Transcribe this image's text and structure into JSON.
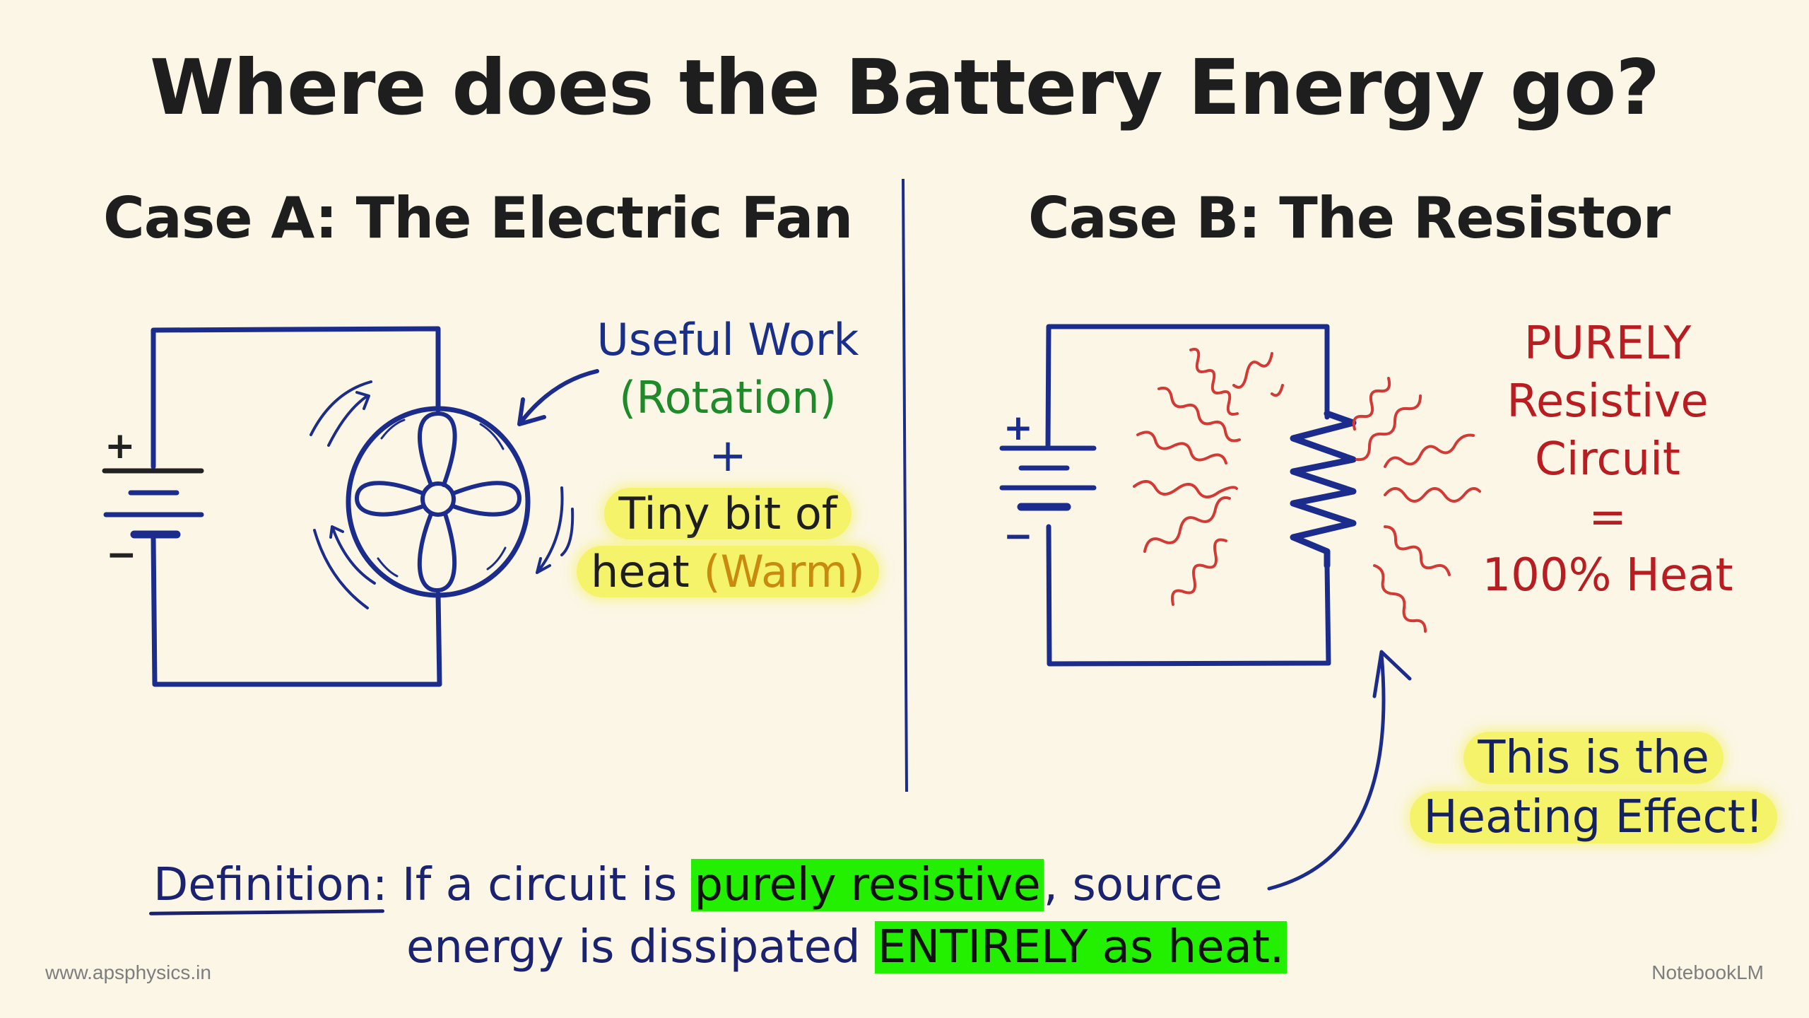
{
  "title": "Where does the Battery Energy go?",
  "case_a": {
    "heading": "Case A: The Electric Fan",
    "battery": {
      "plus": "+",
      "minus": "−"
    },
    "annotation": {
      "line1": "Useful Work",
      "line2": "(Rotation)",
      "plus": "+",
      "line4": "Tiny bit of",
      "line5_prefix": "heat",
      "line5_highlight": "(Warm)"
    }
  },
  "case_b": {
    "heading": "Case B: The Resistor",
    "battery": {
      "plus": "+",
      "minus": "−"
    },
    "annotation": {
      "line1": "PURELY",
      "line2": "Resistive",
      "line3": "Circuit",
      "equals": "=",
      "line5": "100% Heat"
    },
    "callout": {
      "line1": "This is the",
      "line2": "Heating Effect!"
    }
  },
  "definition": {
    "label": "Definition:",
    "part1": " If a circuit is",
    "highlight1": "purely resistive",
    "part2": ", source",
    "part3": "energy is dissipated ",
    "highlight2": "ENTIRELY as heat."
  },
  "footer": {
    "left": "www.apsphysics.in",
    "right": "NotebookLM"
  },
  "colors": {
    "background": "#fbf6e5",
    "ink_blue": "#1b2c8c",
    "heat_red": "#d23a36",
    "text_red": "#b81d22",
    "rotation_green": "#1f8a2a",
    "warm_orange": "#c98a10",
    "highlight_yellow": "#f5f36a",
    "highlight_green": "#23ef00"
  }
}
